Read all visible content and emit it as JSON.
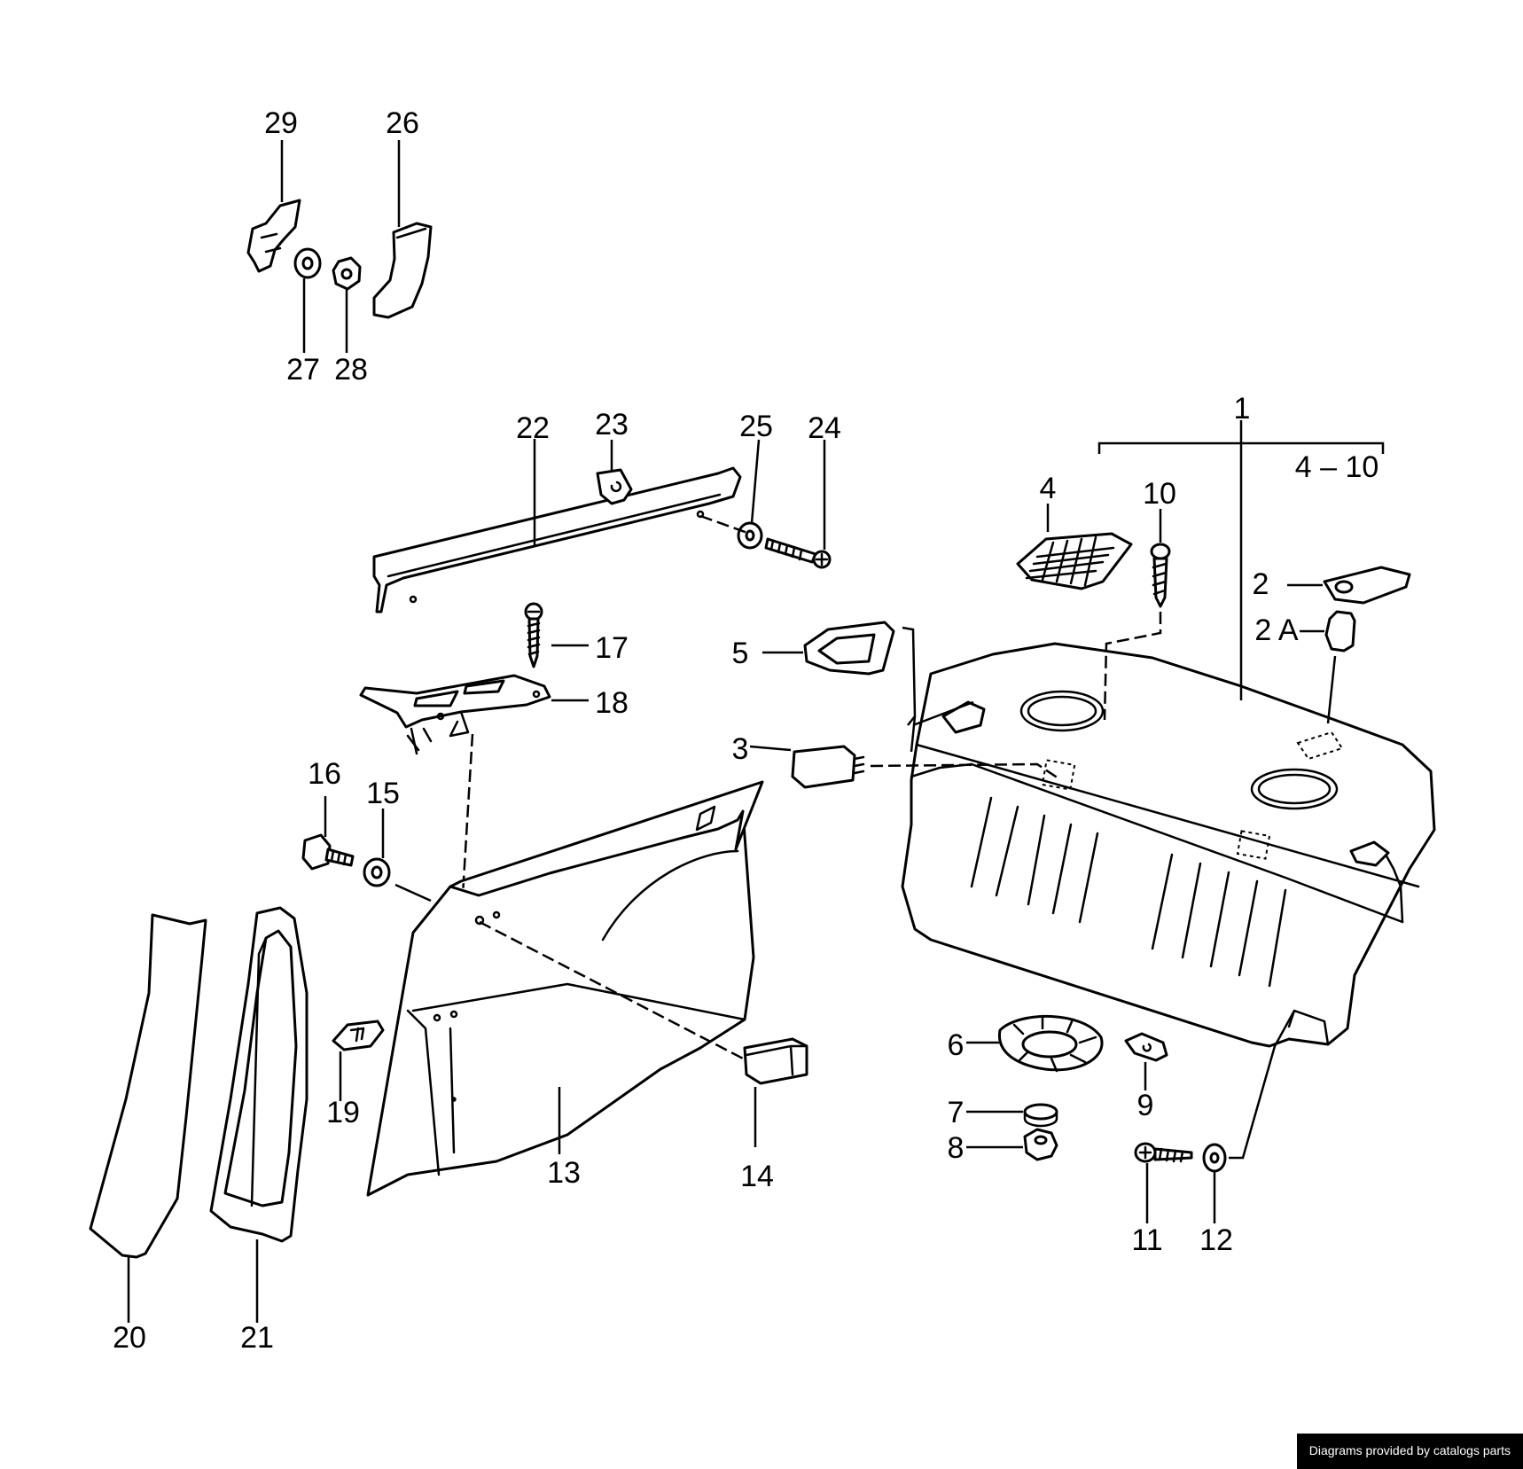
{
  "diagram": {
    "callouts": {
      "c1": "1",
      "c2": "2",
      "c2a": "2 A",
      "c3": "3",
      "c4": "4",
      "c4_10": "4 – 10",
      "c5": "5",
      "c6": "6",
      "c7": "7",
      "c8": "8",
      "c9": "9",
      "c10": "10",
      "c11": "11",
      "c12": "12",
      "c13": "13",
      "c14": "14",
      "c15": "15",
      "c16": "16",
      "c17": "17",
      "c18": "18",
      "c19": "19",
      "c20": "20",
      "c21": "21",
      "c22": "22",
      "c23": "23",
      "c24": "24",
      "c25": "25",
      "c26": "26",
      "c27": "27",
      "c28": "28",
      "c29": "29"
    }
  },
  "footer": {
    "credit": "Diagrams provided by catalogs parts"
  }
}
